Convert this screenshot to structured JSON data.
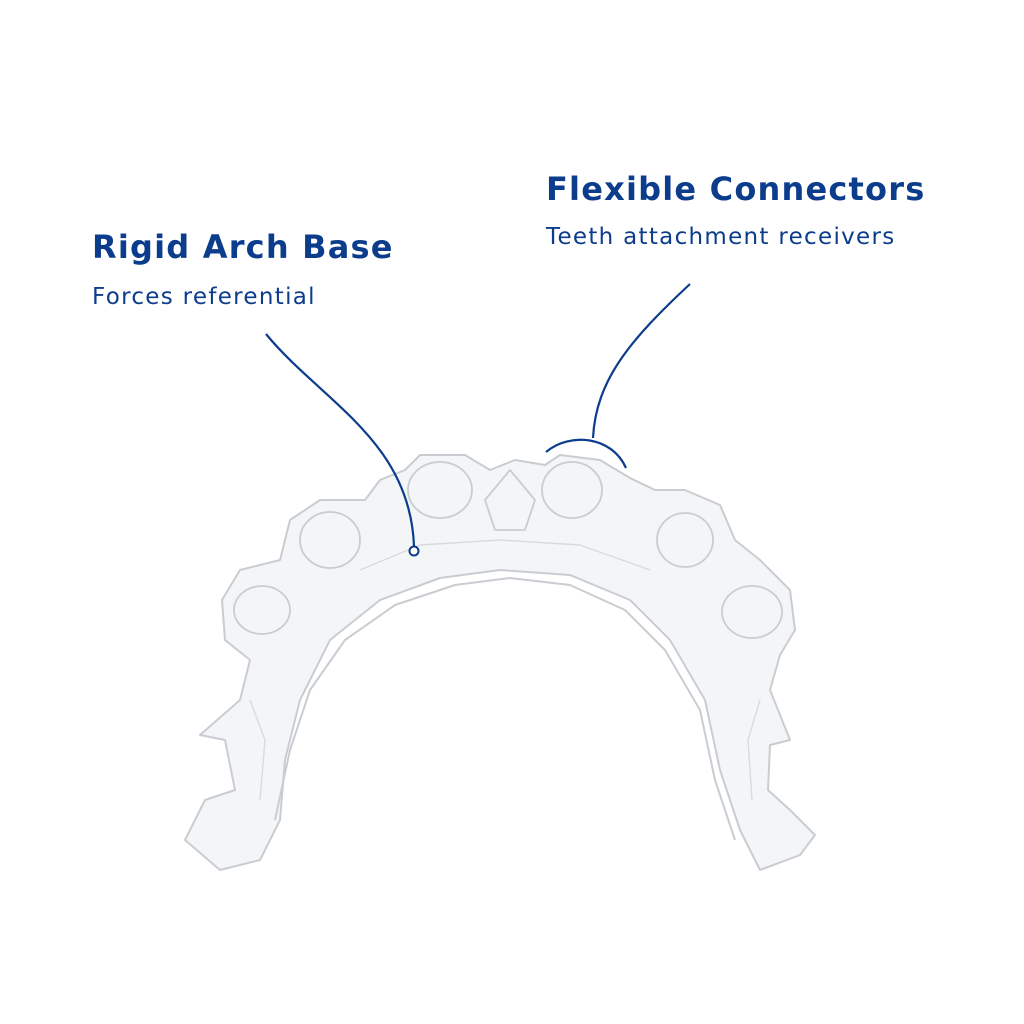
{
  "annotations": {
    "rigid_arch_base": {
      "title": "Rigid Arch Base",
      "subtitle": "Forces referential"
    },
    "flexible_connectors": {
      "title": "Flexible Connectors",
      "subtitle": "Teeth attachment receivers"
    }
  },
  "colors": {
    "accent": "#0c3c8c",
    "appliance_outline": "#c9cdd2",
    "appliance_fill": "#f4f5f6",
    "background": "#ffffff"
  }
}
